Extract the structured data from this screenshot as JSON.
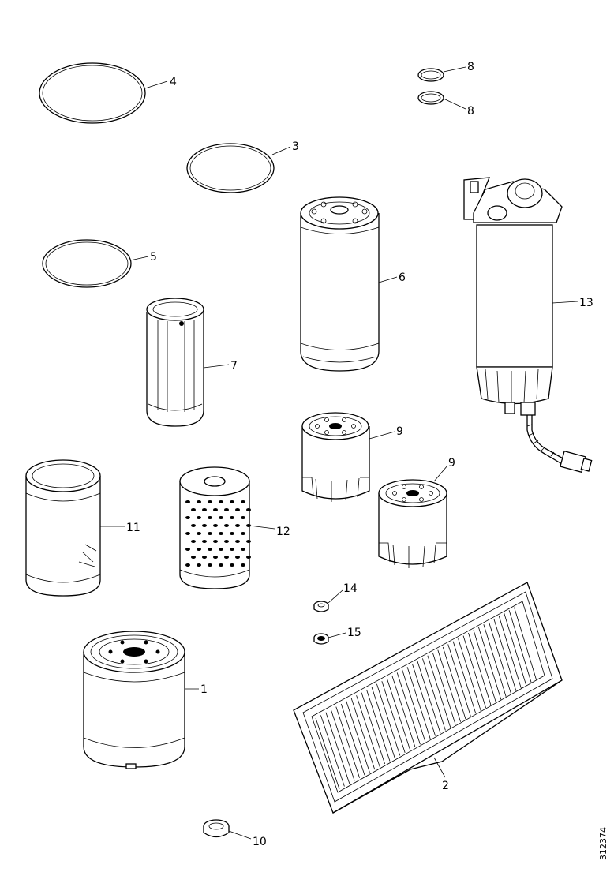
{
  "diagram": {
    "reference_id": "312374",
    "callouts": [
      {
        "part": "1",
        "label": "1"
      },
      {
        "part": "2",
        "label": "2"
      },
      {
        "part": "3",
        "label": "3"
      },
      {
        "part": "4",
        "label": "4"
      },
      {
        "part": "5",
        "label": "5"
      },
      {
        "part": "6",
        "label": "6"
      },
      {
        "part": "7",
        "label": "7"
      },
      {
        "part": "8a",
        "label": "8"
      },
      {
        "part": "8b",
        "label": "8"
      },
      {
        "part": "9a",
        "label": "9"
      },
      {
        "part": "9b",
        "label": "9"
      },
      {
        "part": "10",
        "label": "10"
      },
      {
        "part": "11",
        "label": "11"
      },
      {
        "part": "12",
        "label": "12"
      },
      {
        "part": "13",
        "label": "13"
      },
      {
        "part": "14",
        "label": "14"
      },
      {
        "part": "15",
        "label": "15"
      }
    ]
  }
}
